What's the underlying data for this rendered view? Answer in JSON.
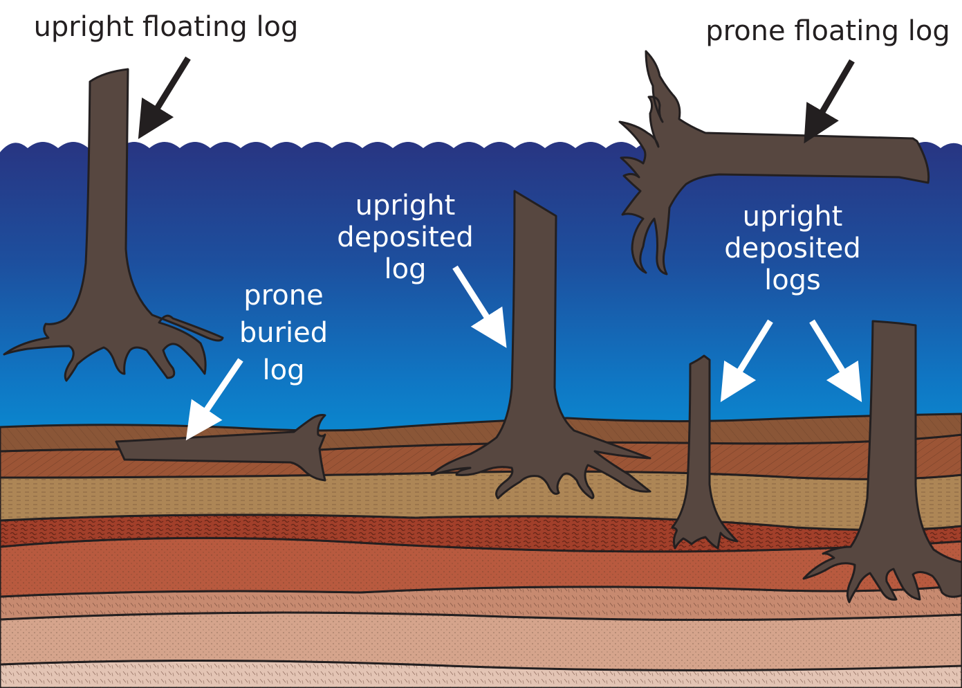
{
  "labels": {
    "upright_floating": "upright floating log",
    "prone_floating": "prone floating log",
    "upright_deposited": [
      "upright",
      "deposited",
      "log"
    ],
    "prone_buried": [
      "prone",
      "buried",
      "log"
    ],
    "upright_deposited_plural": [
      "upright",
      "deposited",
      "logs"
    ]
  },
  "colors": {
    "water_top": "#283582",
    "water_bottom": "#0795d8",
    "log_fill": "#574740",
    "outline": "#231f20",
    "sediment_layers": [
      "#8a5637",
      "#9c5536",
      "#ad8656",
      "#a23f2a",
      "#b85a3f",
      "#c78a70",
      "#d5a48c",
      "#e3c4b4"
    ]
  }
}
